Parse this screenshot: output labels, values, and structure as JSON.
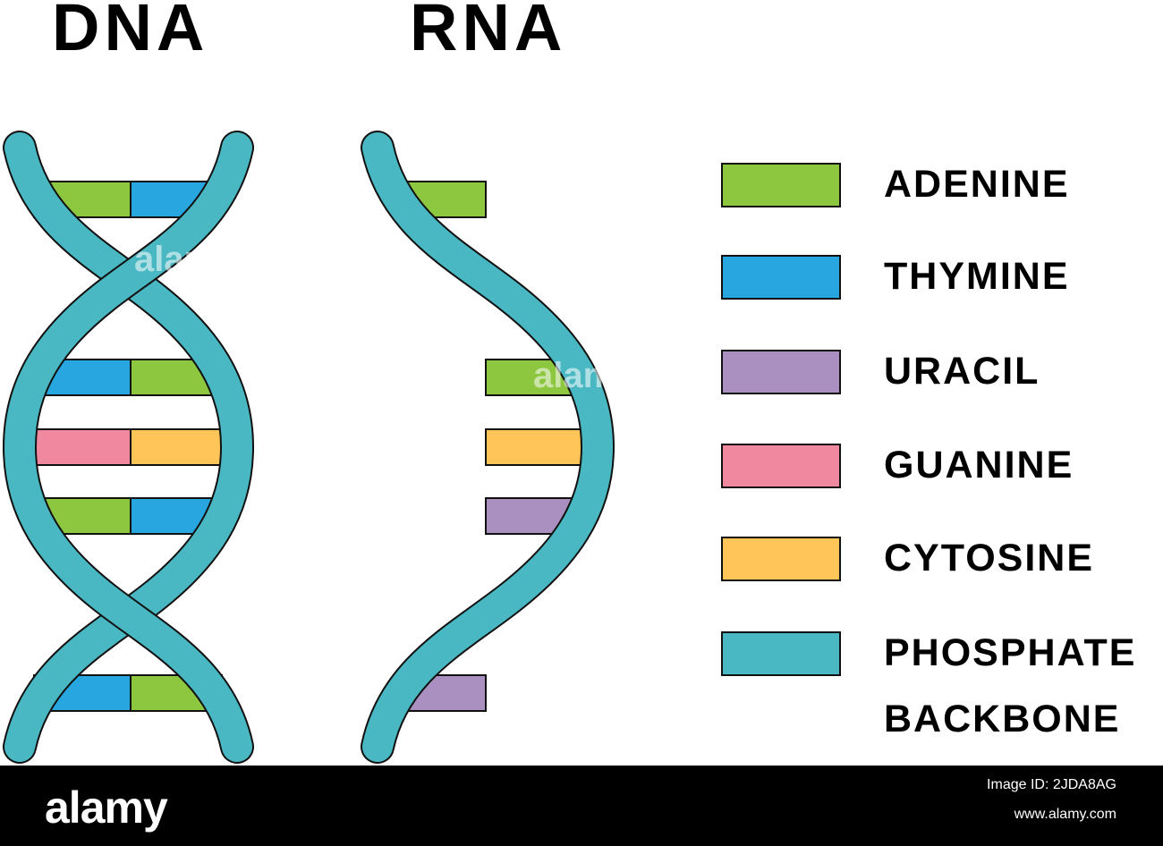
{
  "titles": {
    "dna": "DNA",
    "rna": "RNA"
  },
  "colors": {
    "adenine": "#8DC63F",
    "thymine": "#27A6DF",
    "uracil": "#A990C0",
    "guanine": "#F088A0",
    "cytosine": "#FFC559",
    "backbone": "#4AB8C3",
    "outline": "#111111"
  },
  "legend": [
    {
      "key": "adenine",
      "label": "ADENINE"
    },
    {
      "key": "thymine",
      "label": "THYMINE"
    },
    {
      "key": "uracil",
      "label": "URACIL"
    },
    {
      "key": "guanine",
      "label": "GUANINE"
    },
    {
      "key": "cytosine",
      "label": "CYTOSINE"
    },
    {
      "key": "backbone",
      "label": "PHOSPHATE",
      "label2": "BACKBONE"
    }
  ],
  "dna_pairs": [
    [
      "adenine",
      "thymine"
    ],
    [
      "thymine",
      "adenine"
    ],
    [
      "guanine",
      "cytosine"
    ],
    [
      "adenine",
      "thymine"
    ],
    [
      "thymine",
      "adenine"
    ]
  ],
  "rna_bases": [
    "adenine",
    "adenine",
    "cytosine",
    "uracil",
    "uracil"
  ],
  "watermark": {
    "logo": "alamy",
    "image_id": "Image ID: 2JDA8AG",
    "url": "www.alamy.com",
    "overlay_text": "alamy"
  }
}
